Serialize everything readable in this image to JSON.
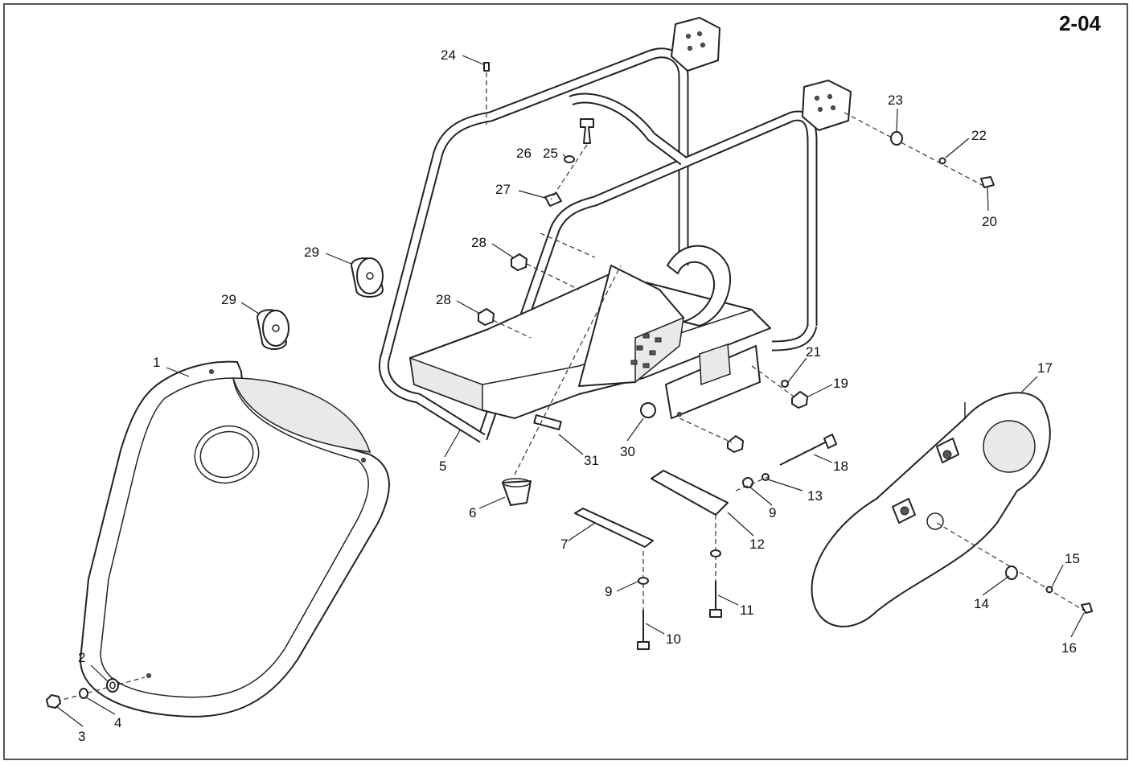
{
  "sheet_id": "2-04",
  "callouts": [
    "1",
    "2",
    "3",
    "4",
    "5",
    "6",
    "7",
    "9",
    "10",
    "11",
    "12",
    "13",
    "9",
    "14",
    "15",
    "16",
    "17",
    "18",
    "19",
    "21",
    "30",
    "31",
    "28",
    "28",
    "29",
    "29",
    "27",
    "26",
    "25",
    "24",
    "23",
    "22",
    "20"
  ],
  "colors": {
    "line": "#222222",
    "background": "#ffffff",
    "frame": "#555555"
  }
}
